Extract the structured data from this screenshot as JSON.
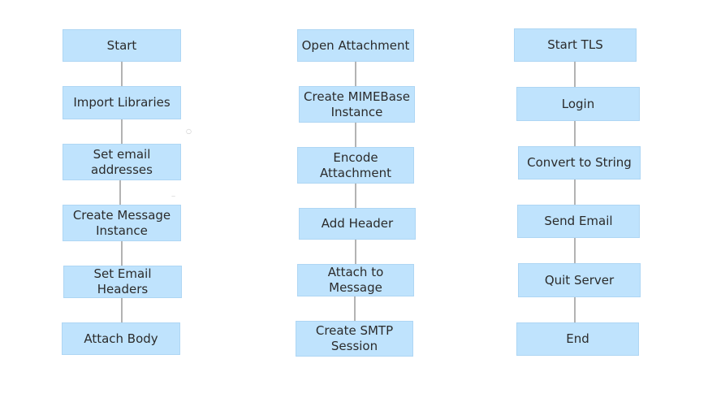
{
  "diagram": {
    "columns": [
      {
        "steps": [
          "Start",
          "Import Libraries",
          "Set email addresses",
          "Create Message Instance",
          "Set Email Headers",
          "Attach Body"
        ]
      },
      {
        "steps": [
          "Open Attachment",
          "Create MIMEBase Instance",
          "Encode Attachment",
          "Add Header",
          "Attach to Message",
          "Create SMTP Session"
        ]
      },
      {
        "steps": [
          "Start TLS",
          "Login",
          "Convert to String",
          "Send Email",
          "Quit Server",
          "End"
        ]
      }
    ],
    "colors": {
      "box_fill": "#bfe3fd",
      "box_border": "#aed6f4",
      "connector": "#b3b3b3",
      "text": "#2b2b2b"
    }
  }
}
